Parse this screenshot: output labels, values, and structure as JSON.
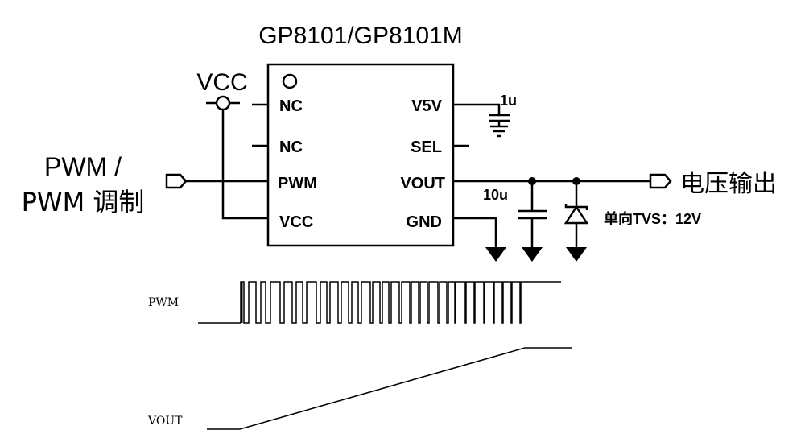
{
  "chip": {
    "title": "GP8101/GP8101M",
    "left_pins": [
      "NC",
      "NC",
      "PWM",
      "VCC"
    ],
    "right_pins": [
      "V5V",
      "SEL",
      "VOUT",
      "GND"
    ]
  },
  "labels": {
    "vcc": "VCC",
    "pwm_in_line1": "PWM /",
    "pwm_in_line2": "PWM 调制",
    "voltage_out": "电压输出",
    "cap_1u": "1u",
    "cap_10u": "10u",
    "tvs": "单向TVS：12V"
  },
  "waveform": {
    "pwm_label": "PWM",
    "vout_label": "VOUT"
  }
}
